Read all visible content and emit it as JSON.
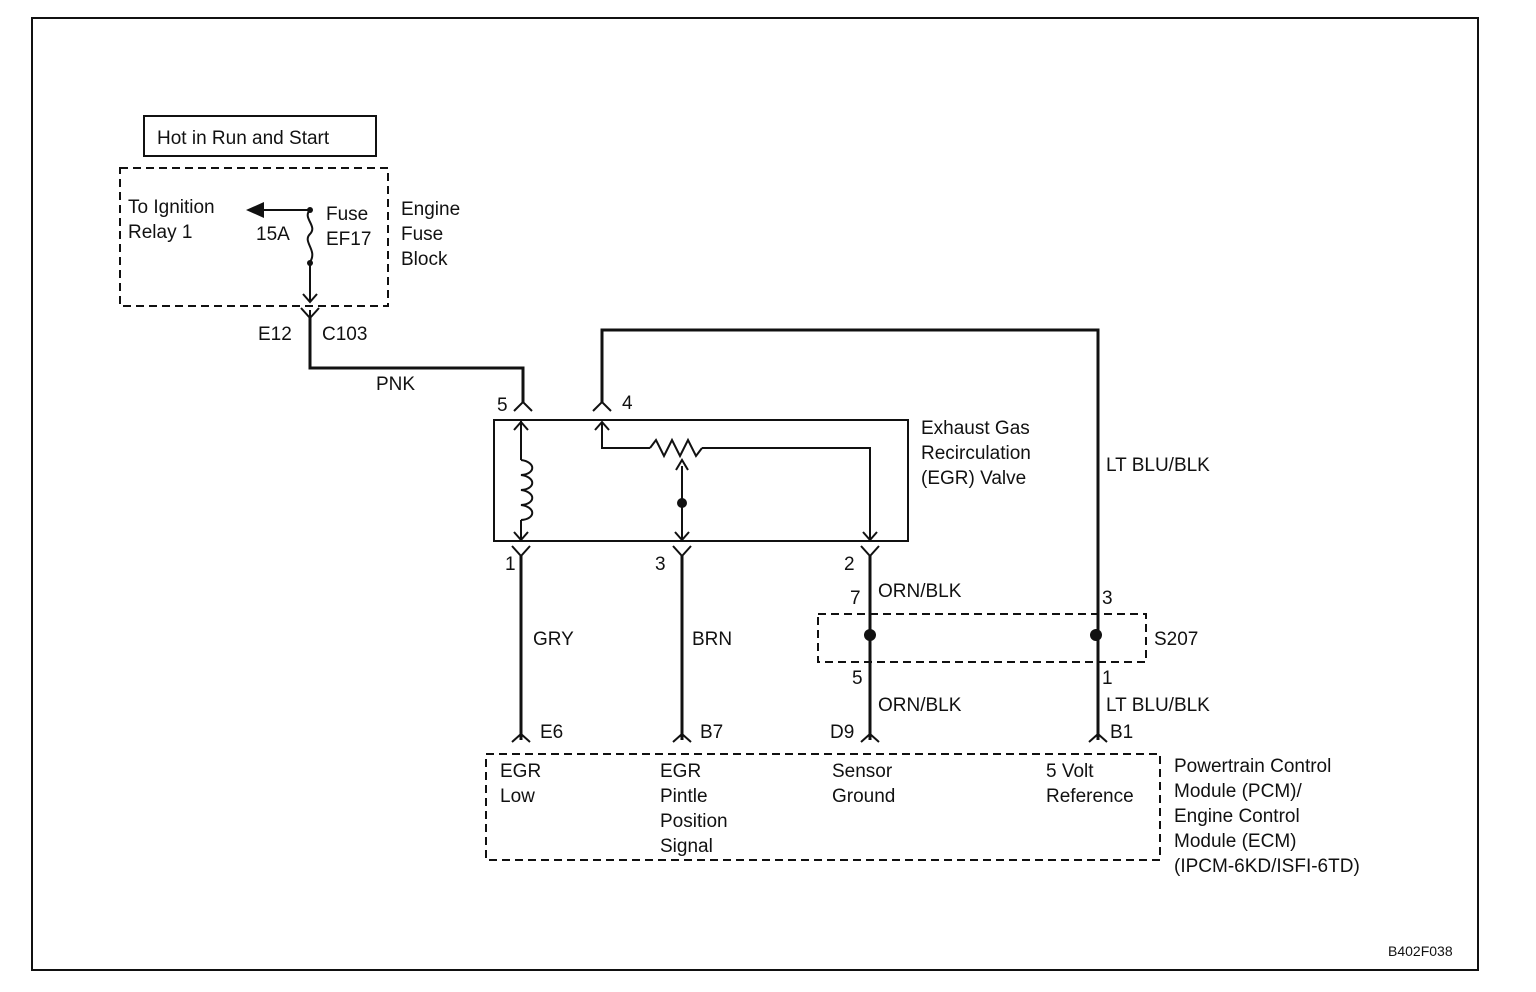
{
  "header": {
    "power_label": "Hot in Run and Start"
  },
  "fuse_block": {
    "to_relay_line1": "To Ignition",
    "to_relay_line2": "Relay 1",
    "amperage": "15A",
    "fuse_line1": "Fuse",
    "fuse_line2": "EF17",
    "block_line1": "Engine",
    "block_line2": "Fuse",
    "block_line3": "Block"
  },
  "connector_c103": {
    "pin": "E12",
    "name": "C103"
  },
  "wires": {
    "pnk": "PNK",
    "gry": "GRY",
    "brn": "BRN",
    "orn_blk_upper": "ORN/BLK",
    "orn_blk_lower": "ORN/BLK",
    "lt_blu_blk_upper": "LT BLU/BLK",
    "lt_blu_blk_lower": "LT BLU/BLK"
  },
  "egr_valve": {
    "line1": "Exhaust Gas",
    "line2": "Recirculation",
    "line3": "(EGR) Valve",
    "pins": {
      "p5": "5",
      "p4": "4",
      "p1": "1",
      "p3": "3",
      "p2": "2"
    }
  },
  "splice": {
    "name": "S207",
    "pins": {
      "p7": "7",
      "p3": "3",
      "p5": "5",
      "p1": "1"
    }
  },
  "pcm_pins": {
    "e6": "E6",
    "b7": "B7",
    "d9": "D9",
    "b1": "B1"
  },
  "pcm_functions": {
    "egr_low_1": "EGR",
    "egr_low_2": "Low",
    "pintle_1": "EGR",
    "pintle_2": "Pintle",
    "pintle_3": "Position",
    "pintle_4": "Signal",
    "sensor_1": "Sensor",
    "sensor_2": "Ground",
    "ref_1": "5 Volt",
    "ref_2": "Reference"
  },
  "pcm_label": {
    "line1": "Powertrain Control",
    "line2": "Module (PCM)/",
    "line3": "Engine Control",
    "line4": "Module (ECM)",
    "line5": "(IPCM-6KD/ISFI-6TD)"
  },
  "figure_code": "B402F038"
}
